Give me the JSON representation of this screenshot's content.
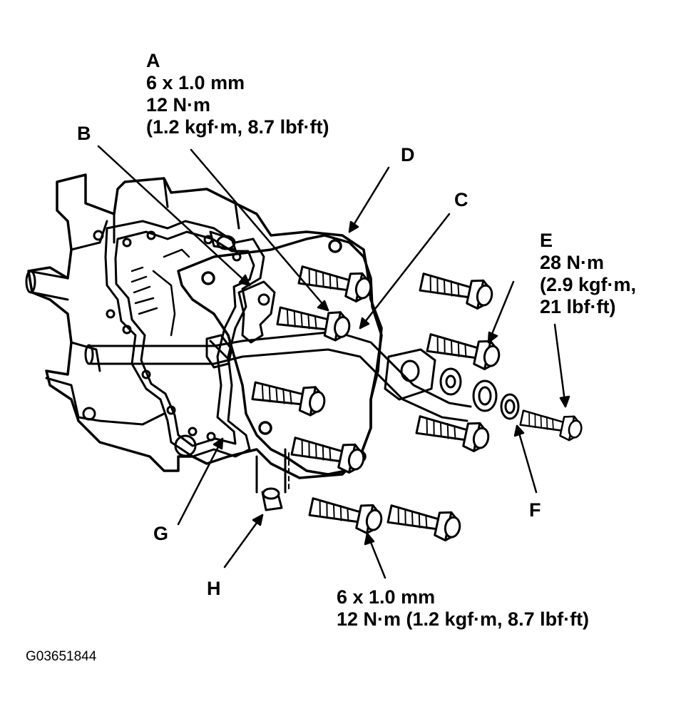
{
  "callouts": {
    "A": {
      "letter": "A",
      "lines": [
        "6 x 1.0 mm",
        "12 N·m",
        "(1.2 kgf·m, 8.7 lbf·ft)"
      ]
    },
    "B": {
      "letter": "B"
    },
    "C": {
      "letter": "C"
    },
    "D": {
      "letter": "D"
    },
    "E": {
      "letter": "E",
      "lines": [
        "28 N·m",
        "(2.9 kgf·m,",
        "21 lbf·ft)"
      ]
    },
    "F": {
      "letter": "F"
    },
    "G": {
      "letter": "G"
    },
    "H": {
      "letter": "H"
    },
    "bottom": {
      "lines": [
        "6 x 1.0 mm",
        "12 N·m (1.2 kgf·m, 8.7 lbf·ft)"
      ]
    }
  },
  "figure_id": "G03651844",
  "icons": [
    "transmission-housing-drawing",
    "bolt-icon",
    "washer-icon",
    "dowel-pin-icon"
  ]
}
